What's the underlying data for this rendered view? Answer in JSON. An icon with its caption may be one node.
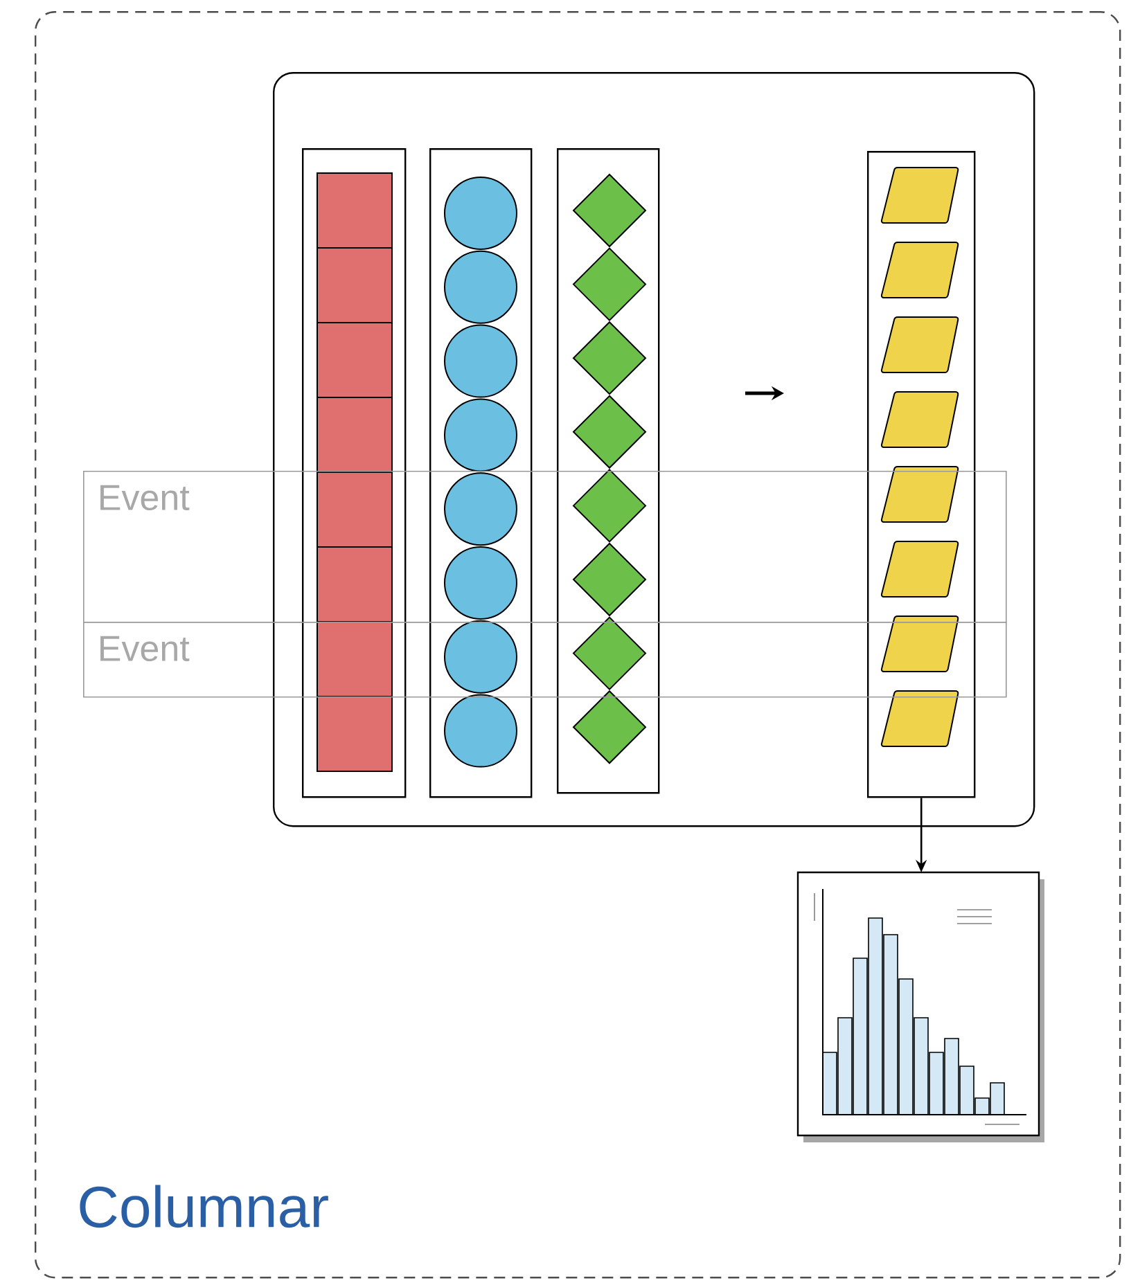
{
  "diagram": {
    "nodes": [
      {
        "text": [
          "Columnar"
        ]
      },
      {
        "text": [],
        "shape": "box",
        "in": 0
      },
      {
        "text": [],
        "shape": "box",
        "in": 1
      },
      {
        "text": [],
        "shape": "box",
        "in": 1
      },
      {
        "text": [],
        "shape": "box",
        "in": 1
      },
      {
        "text": [],
        "shape": "box",
        "in": 1
      },
      {
        "text": [
          "Event"
        ],
        "in": 0
      },
      {
        "text": [
          "Event"
        ],
        "in": 0
      },
      {
        "text": [],
        "shape": "picture",
        "in": 0
      }
    ],
    "edges": [
      {
        "from": 5,
        "to": 8,
        "arrow": "to"
      }
    ]
  }
}
